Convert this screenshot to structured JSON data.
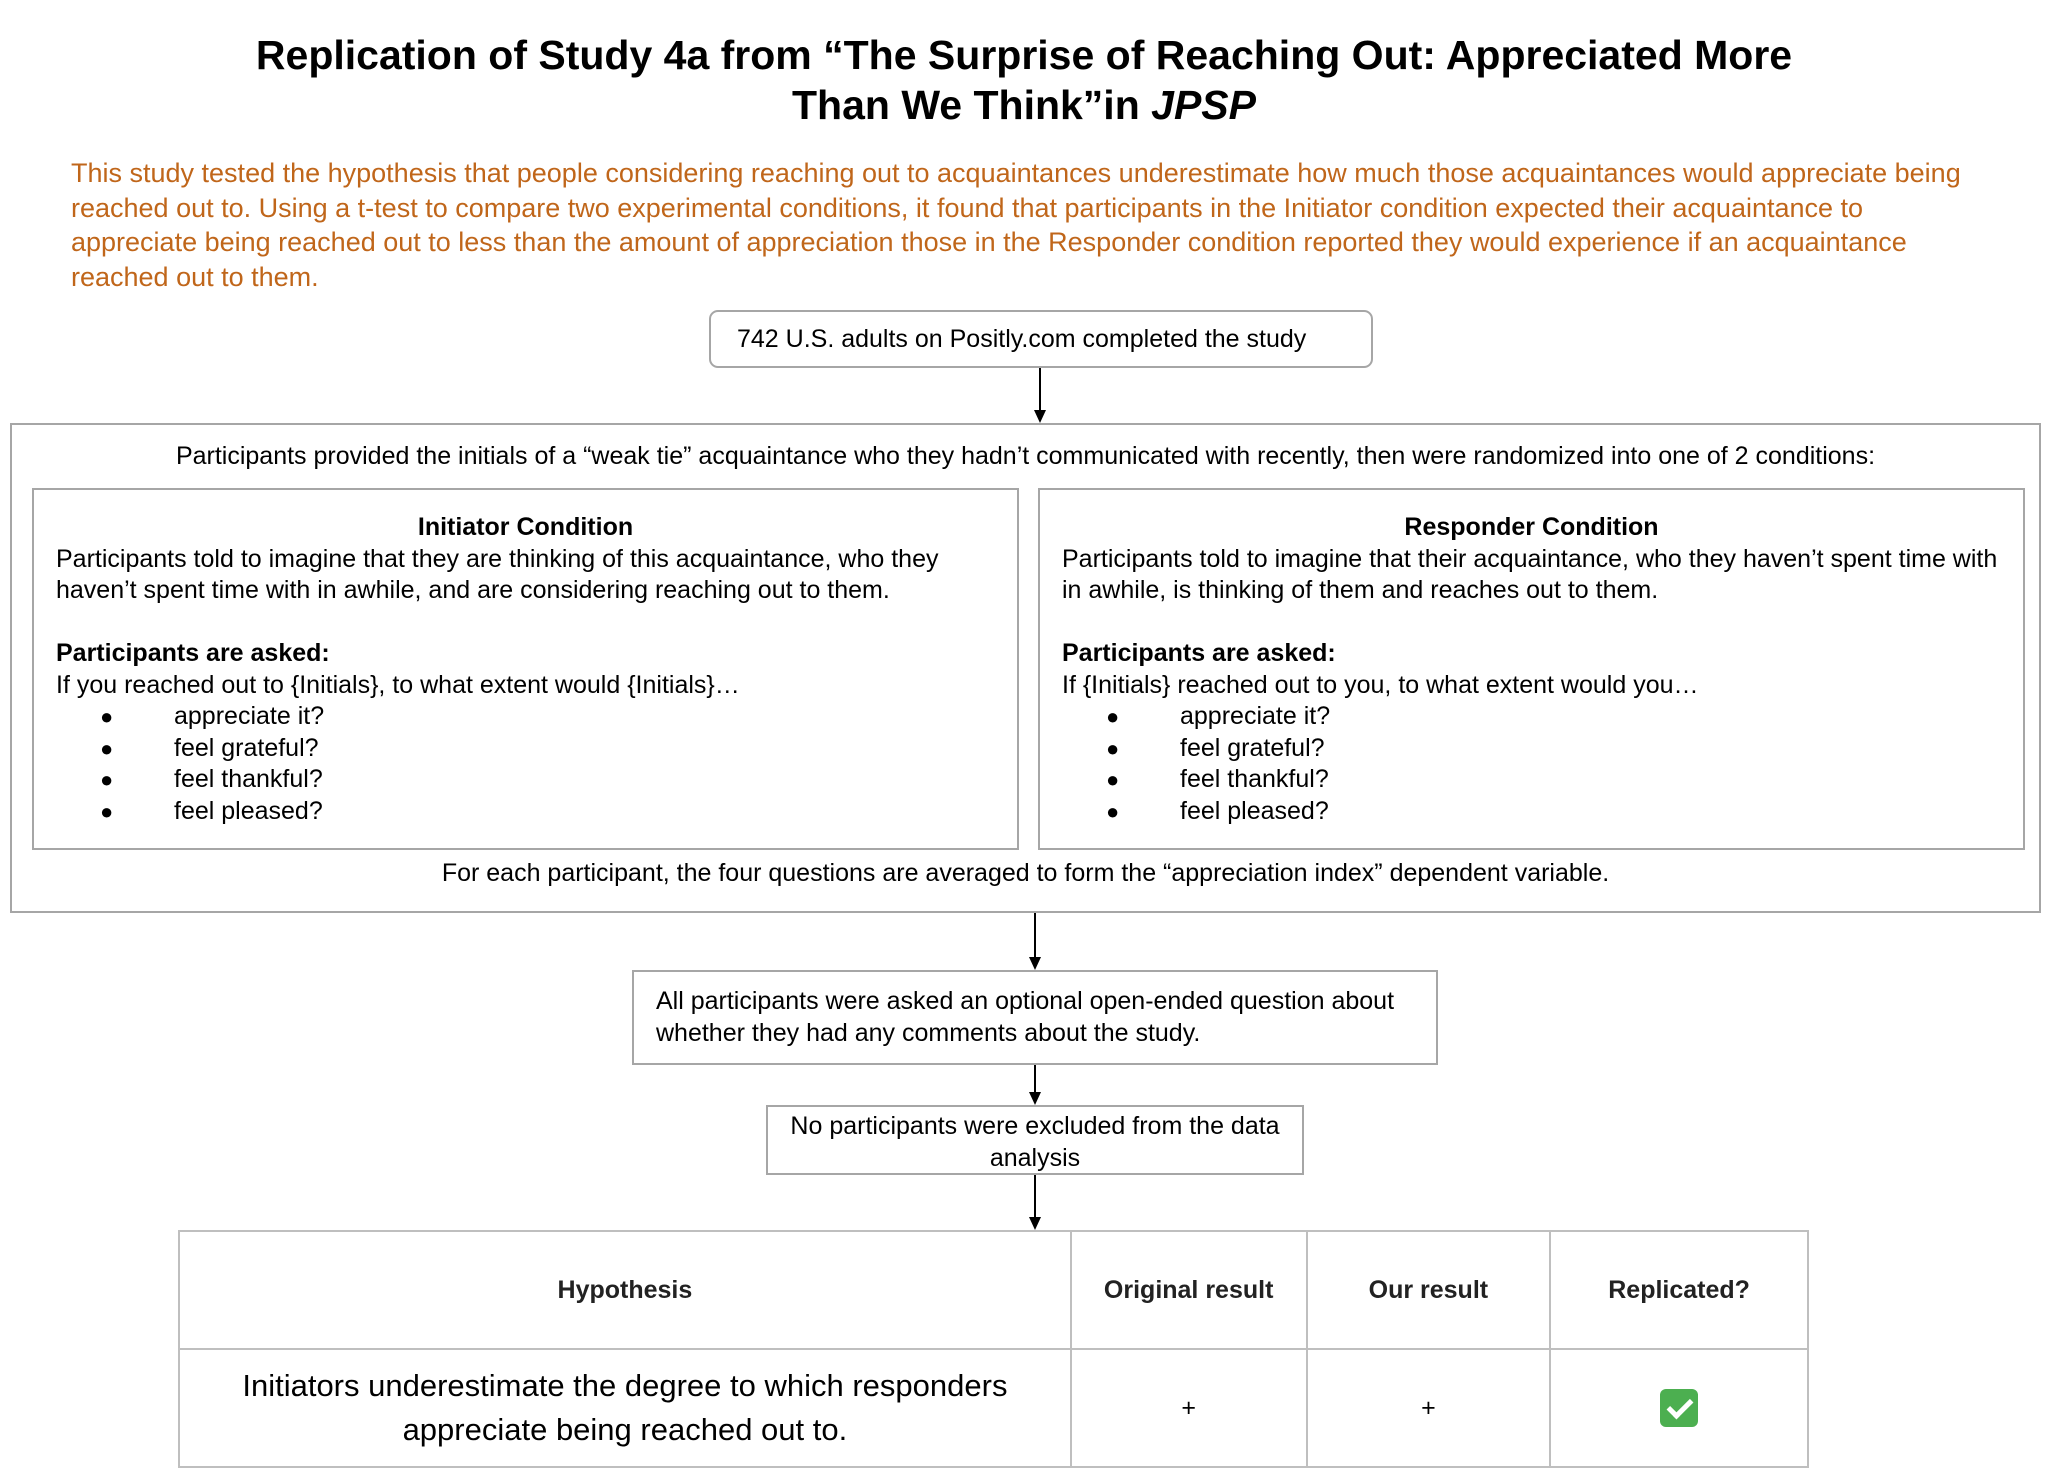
{
  "title": {
    "line1": "Replication of Study 4a from “The Surprise of Reaching Out: Appreciated More",
    "line2_prefix": "Than We Think”in ",
    "line2_journal": "JPSP"
  },
  "summary": "This study tested the hypothesis that people considering reaching out to acquaintances underestimate how much those acquaintances would appreciate being reached out to. Using a t-test to compare two experimental conditions, it found that participants in the Initiator condition expected their acquaintance to appreciate being reached out to less than the amount of appreciation those in the Responder condition reported they would experience if an acquaintance reached out to them.",
  "flow": {
    "participants": "742  U.S. adults on Positly.com completed the study",
    "randomization": "Participants provided the initials of a “weak tie” acquaintance who they hadn’t communicated with recently, then were randomized into one of 2 conditions:",
    "averaging": "For each participant, the four questions are averaged to form the “appreciation index” dependent variable.",
    "comments": "All participants were asked an optional open-ended question about whether they had any comments about the study.",
    "exclusions": "No participants were excluded from the data analysis"
  },
  "conditions": {
    "initiator": {
      "title": "Initiator Condition",
      "description": "Participants told to imagine that they are thinking of this acquaintance, who they haven’t spent time with in awhile, and are considering reaching out to them.",
      "asked_label": "Participants are asked:",
      "question": "If you reached out to {Initials}, to what extent would {Initials}…",
      "items": [
        "appreciate it?",
        "feel grateful?",
        "feel thankful?",
        "feel pleased?"
      ]
    },
    "responder": {
      "title": "Responder Condition",
      "description": "Participants told to imagine that their acquaintance, who they haven’t spent time with in awhile, is thinking of them and reaches out to them.",
      "asked_label": "Participants are asked:",
      "question": "If {Initials} reached out to you, to what extent would you…",
      "items": [
        "appreciate it?",
        "feel grateful?",
        "feel thankful?",
        "feel pleased?"
      ]
    }
  },
  "results_table": {
    "headers": {
      "hypothesis": "Hypothesis",
      "original": "Original result",
      "ours": "Our result",
      "replicated": "Replicated?"
    },
    "row": {
      "hypothesis": "Initiators underestimate the degree to which responders appreciate being reached out to.",
      "original": "+",
      "ours": "+",
      "replicated_icon": "check-mark-icon"
    }
  },
  "colors": {
    "summary_text": "#c0661a",
    "box_border": "#a6a6a6",
    "check_green": "#4caf50"
  }
}
